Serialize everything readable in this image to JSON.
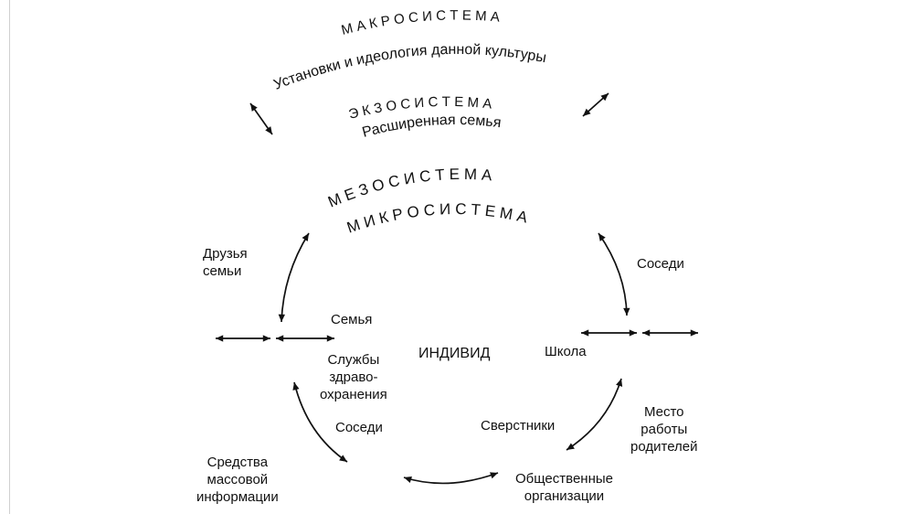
{
  "diagram": {
    "arcs": {
      "macrosystem": "М А К Р О С И С Т Е М А",
      "macro_desc": "Установки и идеология данной культуры",
      "exosystem": "Э К З О С И С Т Е М А",
      "exo_desc": "Расширенная семья",
      "mesosystem": "М Е З О С И С Т Е М А",
      "microsystem": "М И К Р О С И С Т Е М А"
    },
    "center": "ИНДИВИД",
    "labels": {
      "family_friends": [
        "Друзья",
        "семьи"
      ],
      "family": "Семья",
      "health_services": [
        "Службы",
        "здраво-",
        "охранения"
      ],
      "neighbors_left": "Соседи",
      "mass_media": [
        "Средства",
        "массовой",
        "информации"
      ],
      "neighbors_right": "Соседи",
      "school": "Школа",
      "peers": "Сверстники",
      "parents_work": [
        "Место",
        "работы",
        "родителей"
      ],
      "public_orgs": [
        "Общественные",
        "организации"
      ]
    },
    "colors": {
      "ink": "#111111",
      "background": "#ffffff"
    }
  }
}
